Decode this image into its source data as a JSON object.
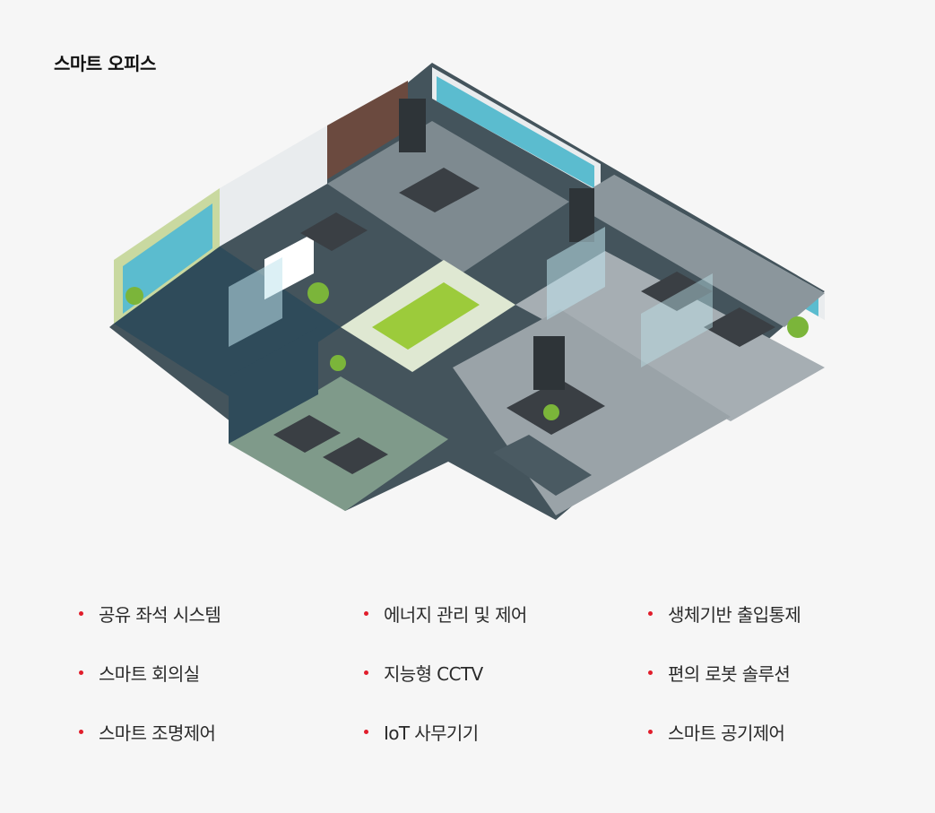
{
  "page": {
    "title": "스마트 오피스"
  },
  "colors": {
    "bullet": "#e11d2b",
    "background": "#f6f6f6",
    "window_glass": "#5bbccf",
    "accent_green": "#9ccb3b",
    "floor_dark": "#2f4b5a",
    "floor_gray": "#9aa3a8"
  },
  "features": {
    "columns": [
      [
        "공유 좌석 시스템",
        "스마트 회의실",
        "스마트 조명제어"
      ],
      [
        "에너지 관리 및 제어",
        "지능형 CCTV",
        "IoT 사무기기"
      ],
      [
        "생체기반 출입통제",
        "편의 로봇 솔루션",
        "스마트 공기제어"
      ]
    ]
  },
  "illustration": {
    "icon": "isometric-office-floorplan-icon"
  }
}
